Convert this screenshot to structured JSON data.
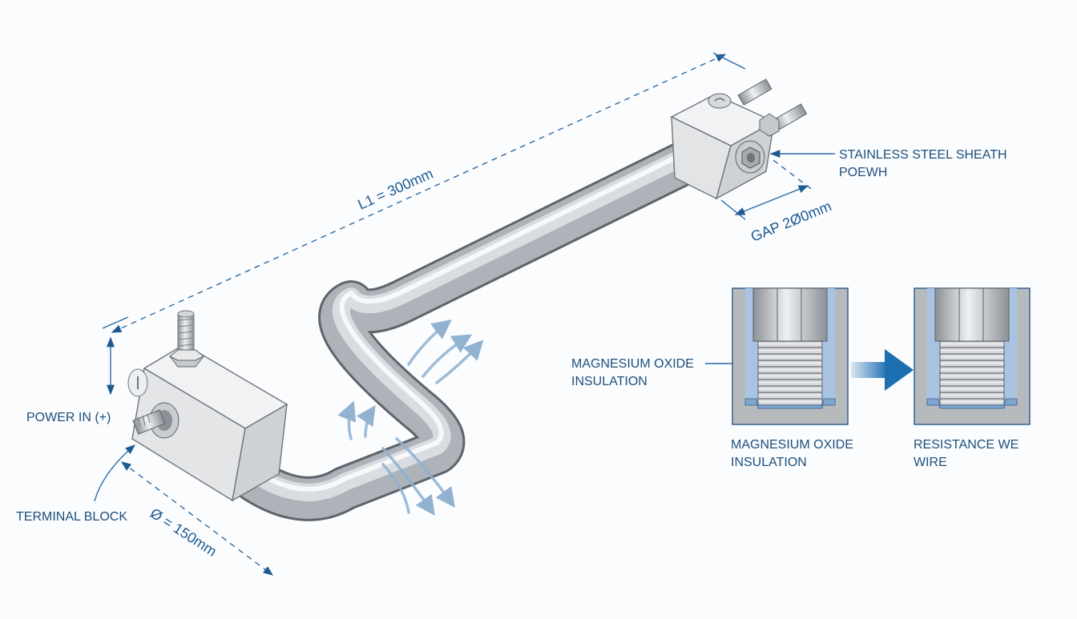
{
  "labels": {
    "length": "L1 = 300mm",
    "sheath_line1": "STAINLESS STEEL SHEATH",
    "sheath_line2": "POEWH",
    "gap": "GAP 2Ø0mm",
    "power_in": "POWER IN (+)",
    "terminal_block": "TERMINAL BLOCK",
    "diameter": "Ø = 150mm",
    "mgo_callout_line1": "MAGNESIUM OXIDE",
    "mgo_callout_line2": "INSULATION",
    "panel_left_line1": "MAGNESIUM OXIDE",
    "panel_left_line2": "INSULATION",
    "panel_right_line1": "RESISTANCE WE",
    "panel_right_line2": "WIRE"
  },
  "colors": {
    "annotation": "#1d5a91",
    "tube_steel": "#b9bec4",
    "insulation_blue": "#a9c4e2",
    "airflow": "#7fa6c9"
  }
}
